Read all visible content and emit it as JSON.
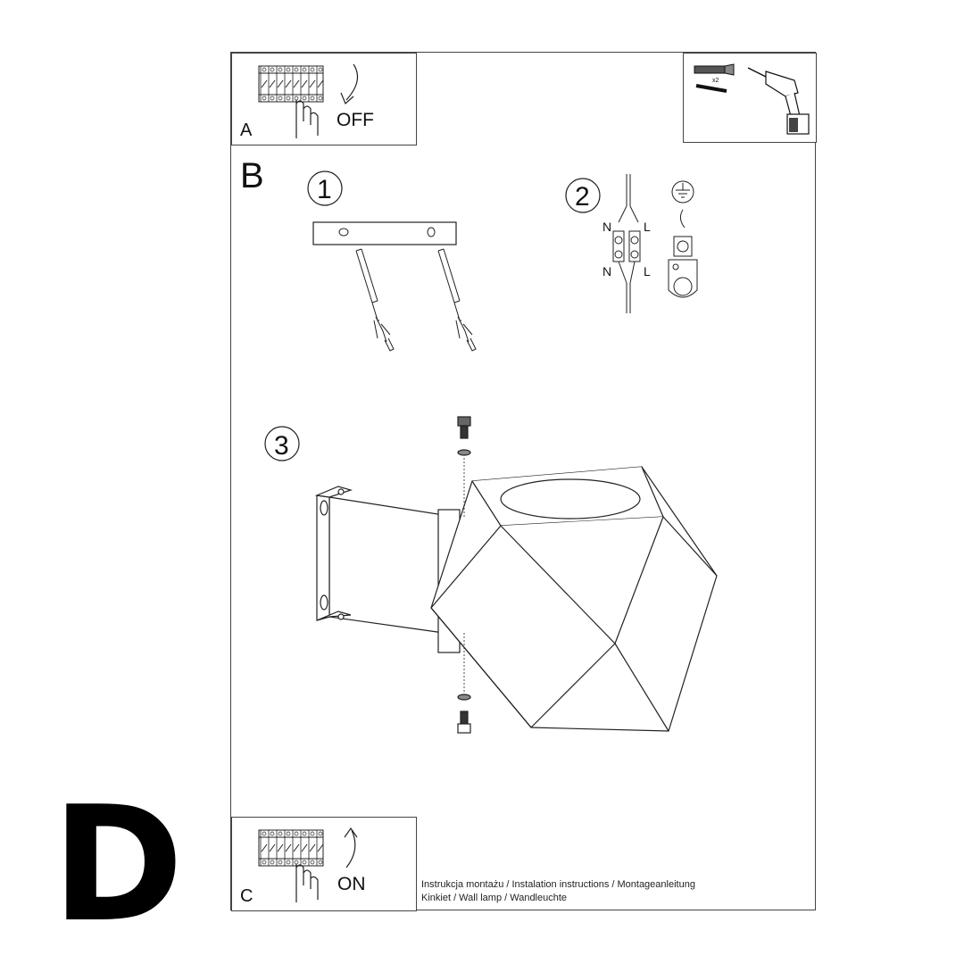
{
  "page_label": "D",
  "panel_a": {
    "letter": "A",
    "caption": "OFF"
  },
  "panel_b": {
    "letter": "B"
  },
  "panel_c": {
    "letter": "C",
    "caption": "ON"
  },
  "tools": {
    "quantity": "x2"
  },
  "steps": {
    "one": "1",
    "two": "2",
    "three": "3"
  },
  "wiring": {
    "neutral_top": "N",
    "live_top": "L",
    "neutral_bottom": "N",
    "live_bottom": "L"
  },
  "footer": {
    "line1": "Instrukcja montażu / Instalation instructions / Montageanleitung",
    "line2": "Kinkiet  / Wall lamp / Wandleuchte"
  }
}
